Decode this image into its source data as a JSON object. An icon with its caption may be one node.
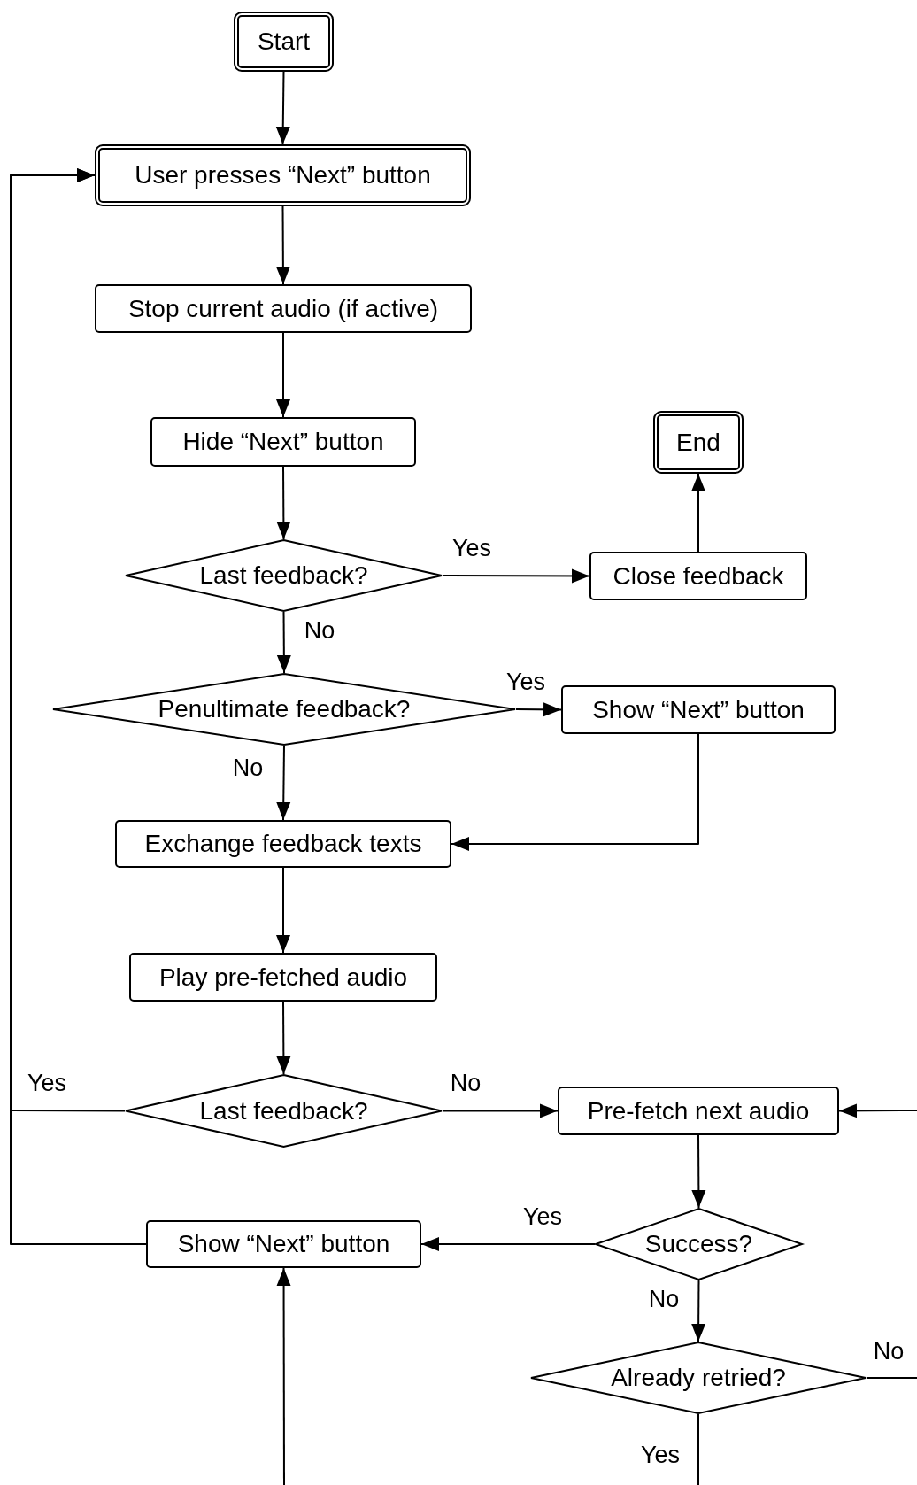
{
  "diagram": {
    "nodes": [
      {
        "text": [
          "Start"
        ]
      },
      {
        "text": [
          "User presses “Next” button"
        ]
      },
      {
        "text": [
          "Stop current audio (if active)"
        ]
      },
      {
        "text": [
          "Hide “Next” button"
        ]
      },
      {
        "text": [
          "End"
        ]
      },
      {
        "text": [
          "Last feedback?"
        ]
      },
      {
        "text": [
          "Close feedback"
        ]
      },
      {
        "text": [
          "Penultimate feedback?"
        ]
      },
      {
        "text": [
          "Show “Next” button"
        ]
      },
      {
        "text": [
          "Exchange feedback texts"
        ]
      },
      {
        "text": [
          "Play pre-fetched audio"
        ]
      },
      {
        "text": [
          "Last feedback?"
        ]
      },
      {
        "text": [
          "Pre-fetch next audio"
        ]
      },
      {
        "text": [
          "Show “Next” button"
        ]
      },
      {
        "text": [
          "Success?"
        ]
      },
      {
        "text": [
          "Already retried?"
        ]
      }
    ],
    "edges": [
      {
        "from": 0,
        "to": 1,
        "arrow": "to"
      },
      {
        "from": 1,
        "to": 2,
        "arrow": "to"
      },
      {
        "from": 2,
        "to": 3,
        "arrow": "to"
      },
      {
        "from": 3,
        "to": 5,
        "arrow": "to"
      },
      {
        "from": 5,
        "to": 6,
        "arrow": "to",
        "label": "Yes"
      },
      {
        "from": 5,
        "to": 7,
        "arrow": "to",
        "label": "No"
      },
      {
        "from": 6,
        "to": 4,
        "arrow": "to"
      },
      {
        "from": 7,
        "to": 8,
        "arrow": "to",
        "label": "Yes"
      },
      {
        "from": 7,
        "to": 9,
        "arrow": "to",
        "label": "No"
      },
      {
        "from": 8,
        "to": 9,
        "arrow": "to"
      },
      {
        "from": 9,
        "to": 10,
        "arrow": "to"
      },
      {
        "from": 10,
        "to": 11,
        "arrow": "to"
      },
      {
        "from": 11,
        "to": 1,
        "arrow": "to",
        "label": "Yes"
      },
      {
        "from": 11,
        "to": 12,
        "arrow": "to",
        "label": "No"
      },
      {
        "from": 12,
        "to": 14,
        "arrow": "to"
      },
      {
        "from": 14,
        "to": 13,
        "arrow": "to",
        "label": "Yes"
      },
      {
        "from": 13,
        "to": 1,
        "arrow": "to"
      },
      {
        "from": 14,
        "to": 15,
        "arrow": "to",
        "label": "No"
      },
      {
        "from": 15,
        "to": null,
        "arrow": "none",
        "label": "No"
      },
      {
        "from": null,
        "to": 12,
        "arrow": "to"
      },
      {
        "from": 15,
        "to": null,
        "arrow": "none",
        "label": "Yes"
      },
      {
        "from": null,
        "to": 13,
        "arrow": "to"
      }
    ]
  }
}
